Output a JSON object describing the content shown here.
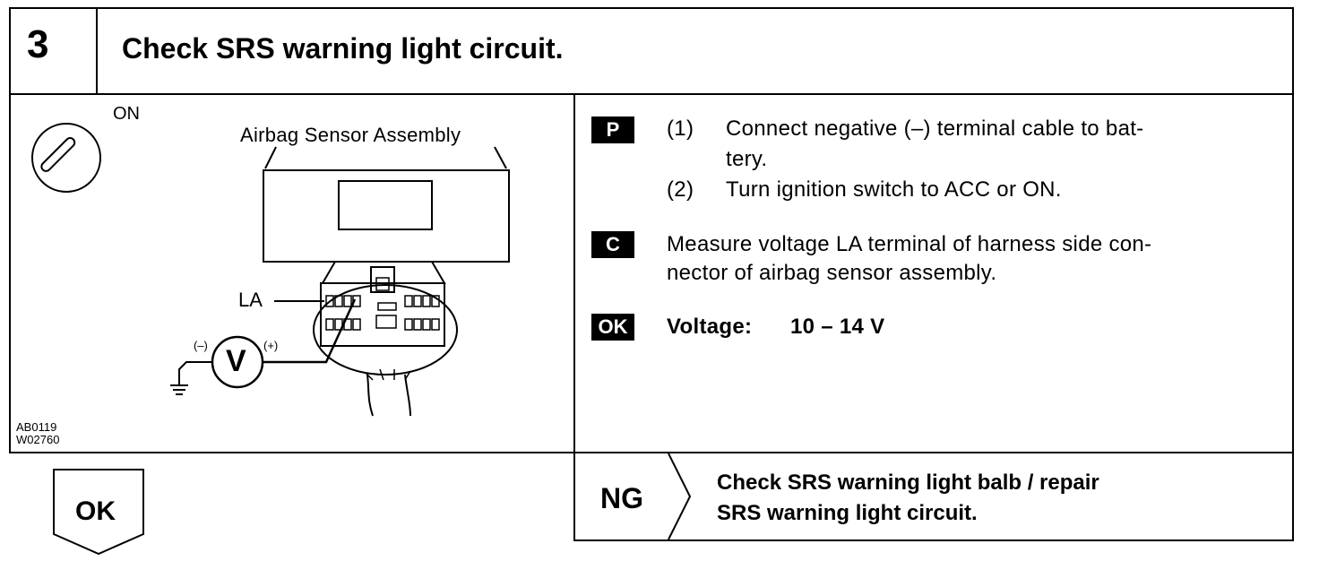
{
  "step": {
    "number": "3",
    "title": "Check SRS warning light circuit."
  },
  "diagram": {
    "switch_label": "ON",
    "assembly_label": "Airbag Sensor Assembly",
    "terminal_label": "LA",
    "neg_label": "(–)",
    "pos_label": "(+)",
    "meter_label": "V",
    "codes": [
      "AB0119",
      "W02760"
    ]
  },
  "instructions": {
    "prepare": {
      "badge": "P",
      "items": [
        {
          "num": "(1)",
          "line1": "Connect negative (–) terminal cable to bat-",
          "line2": "tery."
        },
        {
          "num": "(2)",
          "line1": "Turn ignition switch to ACC or ON."
        }
      ]
    },
    "check": {
      "badge": "C",
      "line1": "Measure voltage LA terminal of harness side con-",
      "line2": "nector of airbag sensor assembly."
    },
    "ok": {
      "badge": "OK",
      "label": "Voltage:",
      "value": "10 – 14 V"
    }
  },
  "result_ok": {
    "label": "OK"
  },
  "result_ng": {
    "label": "NG",
    "line1": "Check SRS warning light balb / repair",
    "line2": "SRS warning light circuit."
  }
}
